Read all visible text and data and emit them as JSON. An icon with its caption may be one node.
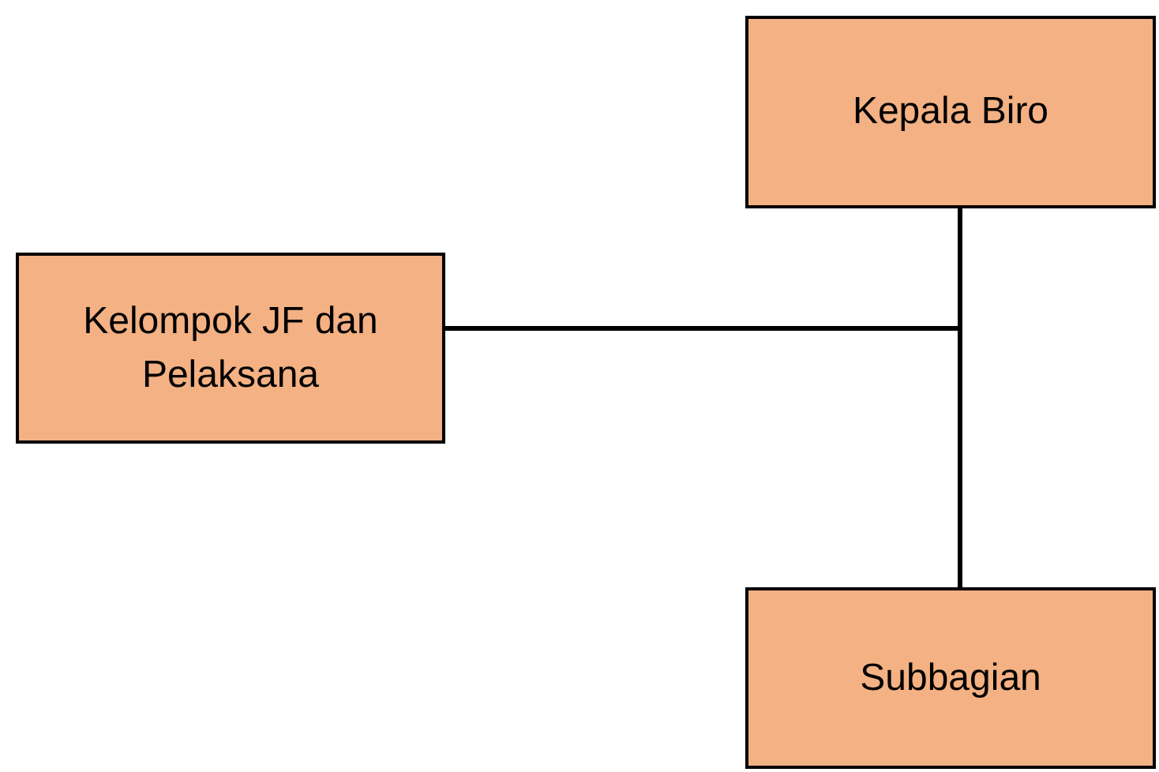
{
  "diagram": {
    "nodes": [
      {
        "text": [
          "Kepala Biro"
        ]
      },
      {
        "text": [
          "Kelompok JF dan Pelaksana"
        ]
      },
      {
        "text": [
          "Subbagian"
        ]
      }
    ],
    "edges": [
      {
        "from": 0,
        "to": 2,
        "arrow": "none"
      },
      {
        "from": 1,
        "to": 0,
        "arrow": "none"
      }
    ]
  }
}
